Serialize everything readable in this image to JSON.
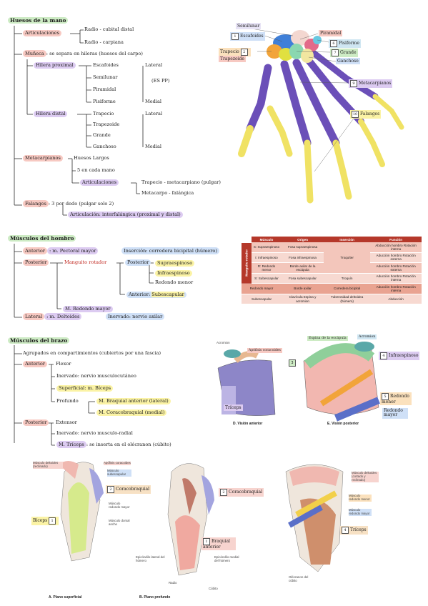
{
  "hand": {
    "title": "Huesos de la mano",
    "articulaciones": "Articulaciones",
    "art_1": "Radio - cubital distal",
    "art_2": "Radio - carpiana",
    "muneca": "Muñeca",
    "muneca_desc": ": se separa en hileras (huesos del carpo)",
    "hilera_prox": "Hilera proximal",
    "prox_items": [
      "Escafoides",
      "Semilunar",
      "Piramidal",
      "Pisiforme"
    ],
    "lateral": "Lateral",
    "es_pp": "(ES PP)",
    "medial": "Medial",
    "hilera_dist": "Hilera distal",
    "dist_items": [
      "Trapecio",
      "Trapezoide",
      "Grande",
      "Ganchoso"
    ],
    "metacarpianos": "Metacarpianos",
    "meta_1": "Huesos Largos",
    "meta_2": "5 en cada mano",
    "meta_art": "Articulaciones",
    "meta_art_1": "Trapecio - metacarpiano (pulgar)",
    "meta_art_2": "Metacarpo - falángica",
    "falanges": "Falanges",
    "fal_desc": ": 3 por dedo (pulgar solo 2)",
    "fal_art": "Articulación: interfalángica (proximal y distal)"
  },
  "hand_fig": {
    "labels": {
      "semilunar": "Semilunar",
      "escafoides": "Escafoides",
      "trapecio": "Trapecio",
      "trapezoide": "Trapezoide",
      "piramidal": "Piramidal",
      "pisiforme": "Pisiforme",
      "grande": "Grande",
      "ganchoso": "Ganchoso",
      "metacarpianos": "Metacarpianos",
      "falanges": "Falanges"
    },
    "numbers": {
      "escafoides": "1",
      "trapecio": "2",
      "pisiforme": "6",
      "grande": "7",
      "metacarpianos": "9",
      "falanges": "10"
    }
  },
  "shoulder": {
    "title": "Músculos del hombro",
    "anterior": "Anterior",
    "ant_desc": ": m. Pectoral mayor",
    "insercion": "Inserción: corredera bicipital (húmero)",
    "posterior": "Posterior",
    "manguito": "Manguito rotador",
    "rot_post": "Posterior",
    "rot_items": [
      "Supraespinoso",
      "Infraespinoso",
      "Redondo menor"
    ],
    "rot_ant": "Anterior",
    "rot_ant_item": "Subescapular",
    "redondo_mayor": "M. Redondo mayor",
    "lateral": "Lateral",
    "lat_desc": ": m. Deltoides",
    "inervado": "Inervado: nervio axilar"
  },
  "table": {
    "headers": [
      "Músculo",
      "Origen",
      "Inserción",
      "Función"
    ],
    "group": "Manguito rotador",
    "rows": [
      [
        "S: Supraespinoso",
        "Fosa supraespinosa",
        "",
        "Abducción hombro Rotación interna"
      ],
      [
        "I: Infraespinoso",
        "Fosa infraespinosa",
        "Troquíter",
        "Aducción hombro Rotación externa"
      ],
      [
        "R: Redondo menor",
        "Borde axilar de la escápula",
        "",
        "Aducción hombro Rotación externa"
      ],
      [
        "S: Subescapular",
        "Fosa subescapular",
        "Troquín",
        "Aducción hombro Rotación interna"
      ],
      [
        "Redondo mayor",
        "Borde axilar",
        "Corredera bicipital",
        "Aducción hombro Rotación interna"
      ],
      [
        "Subescapular",
        "Clavícula Espina y acromion",
        "Tuberosidad deltoidea (húmero)",
        "Abducción"
      ]
    ]
  },
  "scap_fig": {
    "acromion": "Acromion",
    "apofisis": "Apófisis coracoides",
    "espina": "Espina de la escápula",
    "acromion2": "Acromion",
    "infra": "Infraespinoso",
    "redondo_menor": "Redondo menor",
    "redondo_mayor": "Redondo mayor",
    "triceps": "Tríceps",
    "caption_a": "D. Visión anterior",
    "caption_b": "E. Visión posterior",
    "numbers": {
      "a": "3",
      "b": "4",
      "c": "5"
    }
  },
  "arm": {
    "title": "Músculos del brazo",
    "desc": "Agrupados en compartimientos (cubiertos por una fascia)",
    "anterior": "Anterior",
    "flexor": "Flexor",
    "inervado_1": "Inervado: nervio musculocutáneo",
    "superficial": "Superficial: m. Bíceps",
    "profundo": "Profundo",
    "prof_1": "M. Braquial anterior (lateral)",
    "prof_2": "M. Coracobraquial (medial)",
    "posterior": "Posterior",
    "extensor": "Extensor",
    "inervado_2": "Inervado: nervio musculo-radial",
    "triceps": "M. Tríceps",
    "triceps_desc": ": se inserta en el olécranon (cúbito)"
  },
  "arm_fig": {
    "a_labels": {
      "deltoides": "Músculo deltoides (reclinado)",
      "apofisis": "Apófisis coracoides",
      "subescapular": "Músculo subescapular",
      "coracobraquial": "Coracobraquial",
      "redondo": "Músculo redondo mayor",
      "dorsal": "Músculo dorsal ancho",
      "biceps": "Bíceps"
    },
    "b_labels": {
      "coracobraquial": "Coracobraquial",
      "braquial": "Braquial anterior",
      "epi_lat": "Epicóndilo lateral del húmero",
      "epi_med": "Epicóndilo medial del húmero",
      "radio": "Radio",
      "cubito": "Cúbito"
    },
    "c_labels": {
      "deltoides": "Músculo deltoides (cortado y reclinado)",
      "redondo_menor": "Músculo redondo menor",
      "redondo_mayor": "Músculo redondo mayor",
      "triceps": "Tríceps",
      "olecranon": "Olécranon del cúbito"
    },
    "nums": {
      "a1": "1",
      "a2": "2",
      "b1": "2",
      "b2": "1",
      "c4": "4"
    },
    "caption_a": "A. Plano superficial",
    "caption_b": "B. Plano profundo"
  }
}
